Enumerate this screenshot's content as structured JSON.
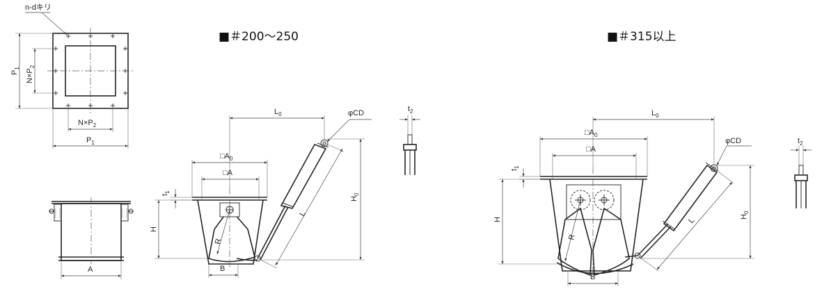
{
  "left_view": {
    "hole_note": "n-dキリ",
    "p1": "P",
    "p1_sub": "1",
    "nxp2": "N×P",
    "nxp2_sub": "2",
    "a": "A"
  },
  "mid_view": {
    "title": "■＃200～250",
    "a0": "□A",
    "a0_sub": "0",
    "a": "□A",
    "t1": "t",
    "t1_sub": "1",
    "h": "H",
    "r": "R",
    "b": "B",
    "l0": "L",
    "l0_sub": "0",
    "cd": "φCD",
    "l": "L",
    "h0": "H",
    "h0_sub": "0",
    "t2": "t",
    "t2_sub": "2"
  },
  "right_view": {
    "title": "■＃315以上",
    "a0": "□A",
    "a0_sub": "0",
    "a": "□A",
    "t1": "t",
    "t1_sub": "1",
    "h": "H",
    "r": "R",
    "b": "B",
    "l0": "L",
    "l0_sub": "0",
    "cd": "φCD",
    "l": "L",
    "h0": "H",
    "h0_sub": "0",
    "t2": "t",
    "t2_sub": "2"
  }
}
